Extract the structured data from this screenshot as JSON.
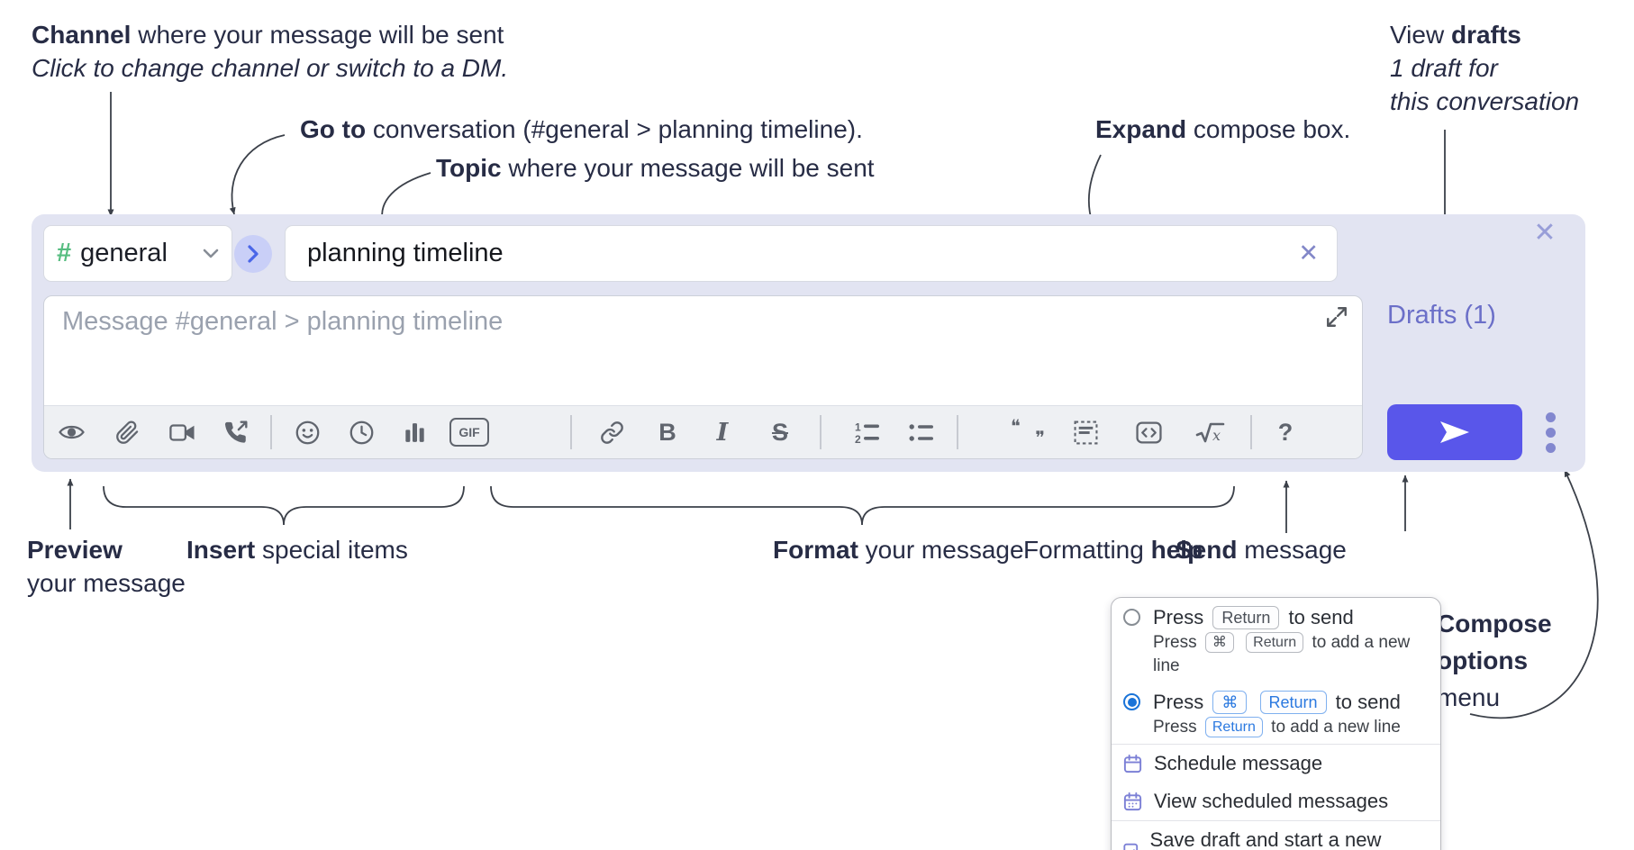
{
  "annotations": {
    "channel": {
      "lead": "Channel",
      "rest": " where your message will be sent",
      "sub": "Click to change channel or switch to a DM."
    },
    "goto": {
      "lead": "Go to",
      "rest": " conversation (#general > planning timeline)."
    },
    "topic": {
      "lead": "Topic",
      "rest": " where your message will be sent"
    },
    "expand": {
      "lead": "Expand",
      "rest": " compose box."
    },
    "drafts": {
      "pre": "View ",
      "lead": "drafts",
      "line2": "1 draft for",
      "line3": "this conversation"
    },
    "preview": {
      "lead": "Preview",
      "line2": "your message"
    },
    "insert": {
      "lead": "Insert",
      "rest": " special items"
    },
    "format": {
      "lead": "Format",
      "rest": " your message"
    },
    "help": {
      "pre": "Formatting ",
      "lead": "help"
    },
    "send": {
      "lead": "Send",
      "rest": " message"
    },
    "compose_options": {
      "line1": "Compose",
      "line2": "options",
      "line3": "menu"
    }
  },
  "compose": {
    "channel": {
      "hash": "#",
      "name": "general"
    },
    "topic_value": "planning timeline",
    "message_placeholder": "Message #general > planning timeline",
    "drafts_link": "Drafts (1)",
    "close_x": "✕",
    "clear_x": "✕"
  },
  "toolbar": {
    "gif_label": "GIF",
    "bold_label": "B",
    "italic_label": "I",
    "strike_label": "S",
    "quote_open": "❝",
    "quote_close": "❞",
    "ol_1": "1",
    "ol_2": "2",
    "math_x": "x",
    "help_label": "?",
    "icon_names": [
      "preview-eye",
      "paperclip-attach",
      "video-camera-call",
      "phone-voice-call",
      "emoji-smile",
      "clock-global-time",
      "bar-chart-poll",
      "gif",
      "link",
      "bold",
      "italic",
      "strikethrough",
      "numbered-list",
      "bulleted-list",
      "quote",
      "spoiler",
      "code",
      "math-sqrt",
      "question-help"
    ]
  },
  "menu": {
    "option1": {
      "main_pre": "Press",
      "main_key": "Return",
      "main_post": "to send",
      "sub_pre": "Press",
      "sub_key1": "⌘",
      "sub_key2": "Return",
      "sub_post": "to add a new line"
    },
    "option2": {
      "main_pre": "Press",
      "main_key1": "⌘",
      "main_key2": "Return",
      "main_post": "to send",
      "sub_pre": "Press",
      "sub_key": "Return",
      "sub_post": "to add a new line"
    },
    "items": [
      {
        "label": "Schedule message"
      },
      {
        "label": "View scheduled messages"
      },
      {
        "label": "Save draft and start a new message"
      }
    ]
  },
  "colors": {
    "compose_bg": "#e2e4f2",
    "send_button": "#5956ea",
    "drafts_link": "#6b6fc8",
    "channel_hash_green": "#56bd80",
    "goto_chevron_blue": "#4a66e8",
    "menu_icon_purple": "#7c80d6",
    "radio_selected_blue": "#1973d8",
    "annotation_text": "#272c45",
    "toolbar_icon_gray": "#60656e"
  }
}
